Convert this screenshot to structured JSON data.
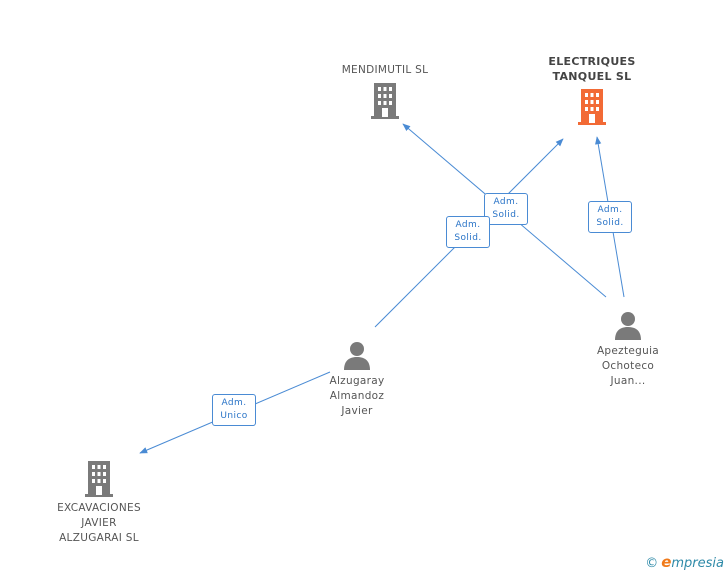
{
  "nodes": {
    "mendimutil": {
      "name_lines": [
        "MENDIMUTIL SL"
      ],
      "kind": "company",
      "highlight": false
    },
    "electriques": {
      "name_lines": [
        "ELECTRIQUES",
        "TANQUEL SL"
      ],
      "kind": "company",
      "highlight": true
    },
    "alzugaray": {
      "name_lines": [
        "Alzugaray",
        "Almandoz",
        "Javier"
      ],
      "kind": "person"
    },
    "apezteguia": {
      "name_lines": [
        "Apezteguia",
        "Ochoteco",
        "Juan..."
      ],
      "kind": "person"
    },
    "excavaciones": {
      "name_lines": [
        "EXCAVACIONES",
        "JAVIER",
        "ALZUGARAI SL"
      ],
      "kind": "company",
      "highlight": false
    }
  },
  "relations": [
    {
      "from": "apezteguia",
      "to": "mendimutil",
      "label_lines": [
        "Adm.",
        "Solid."
      ]
    },
    {
      "from": "alzugaray",
      "to": "electriques",
      "label_lines": [
        "Adm.",
        "Solid."
      ]
    },
    {
      "from": "apezteguia",
      "to": "electriques",
      "label_lines": [
        "Adm.",
        "Solid."
      ]
    },
    {
      "from": "alzugaray",
      "to": "excavaciones",
      "label_lines": [
        "Adm.",
        "Unico"
      ]
    }
  ],
  "colors": {
    "company": "#7a7a7a",
    "company_highlight": "#f26a35",
    "person": "#7a7a7a",
    "edge": "#4a8bd4"
  },
  "footer": {
    "copyright": "©",
    "brand_initial": "e",
    "brand_rest": "mpresia"
  }
}
